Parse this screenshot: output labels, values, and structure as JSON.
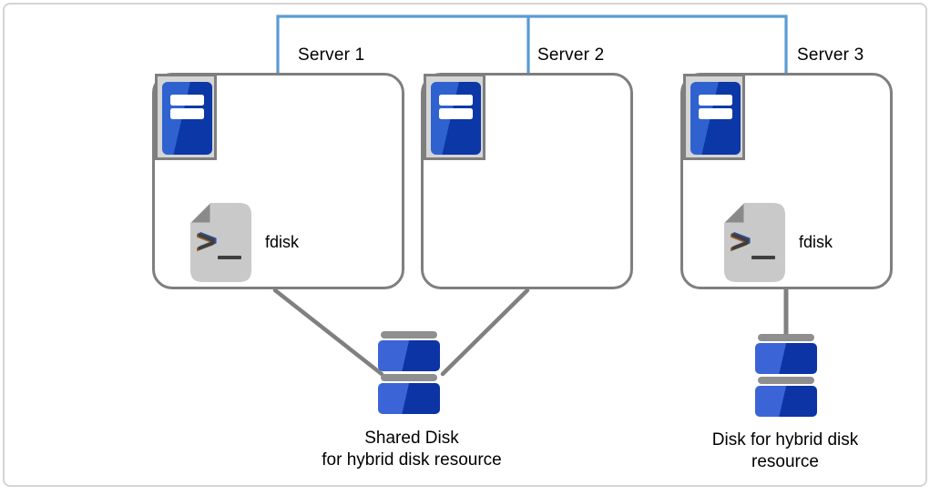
{
  "diagram": {
    "servers": [
      {
        "label": "Server 1",
        "has_fdisk": true,
        "fdisk_label": "fdisk"
      },
      {
        "label": "Server 2",
        "has_fdisk": false,
        "fdisk_label": ""
      },
      {
        "label": "Server 3",
        "has_fdisk": true,
        "fdisk_label": "fdisk"
      }
    ],
    "fdisk_icon": {
      "prompt_glyph": ">"
    },
    "shared_disk": {
      "caption_line1": "Shared Disk",
      "caption_line2": "for hybrid disk resource"
    },
    "single_disk": {
      "caption_line1": "Disk for hybrid disk",
      "caption_line2": "resource"
    },
    "colors": {
      "interconnect_blue": "#5b9bd5",
      "box_border_gray": "#7f7f7f",
      "link_gray": "#808080",
      "server_icon_blue_light": "#2f62cf",
      "server_icon_blue_dark": "#0b38a6",
      "platter_blue_light": "#3b64d6",
      "platter_blue_dark": "#0c34a4",
      "disk_cap_gray": "#8f8f8f",
      "document_gray": "#c9c9c9",
      "document_fold_gray": "#8a8a8a",
      "prompt_dark": "#3f3f3f",
      "frame_border_gray": "#d4d4d4"
    }
  }
}
